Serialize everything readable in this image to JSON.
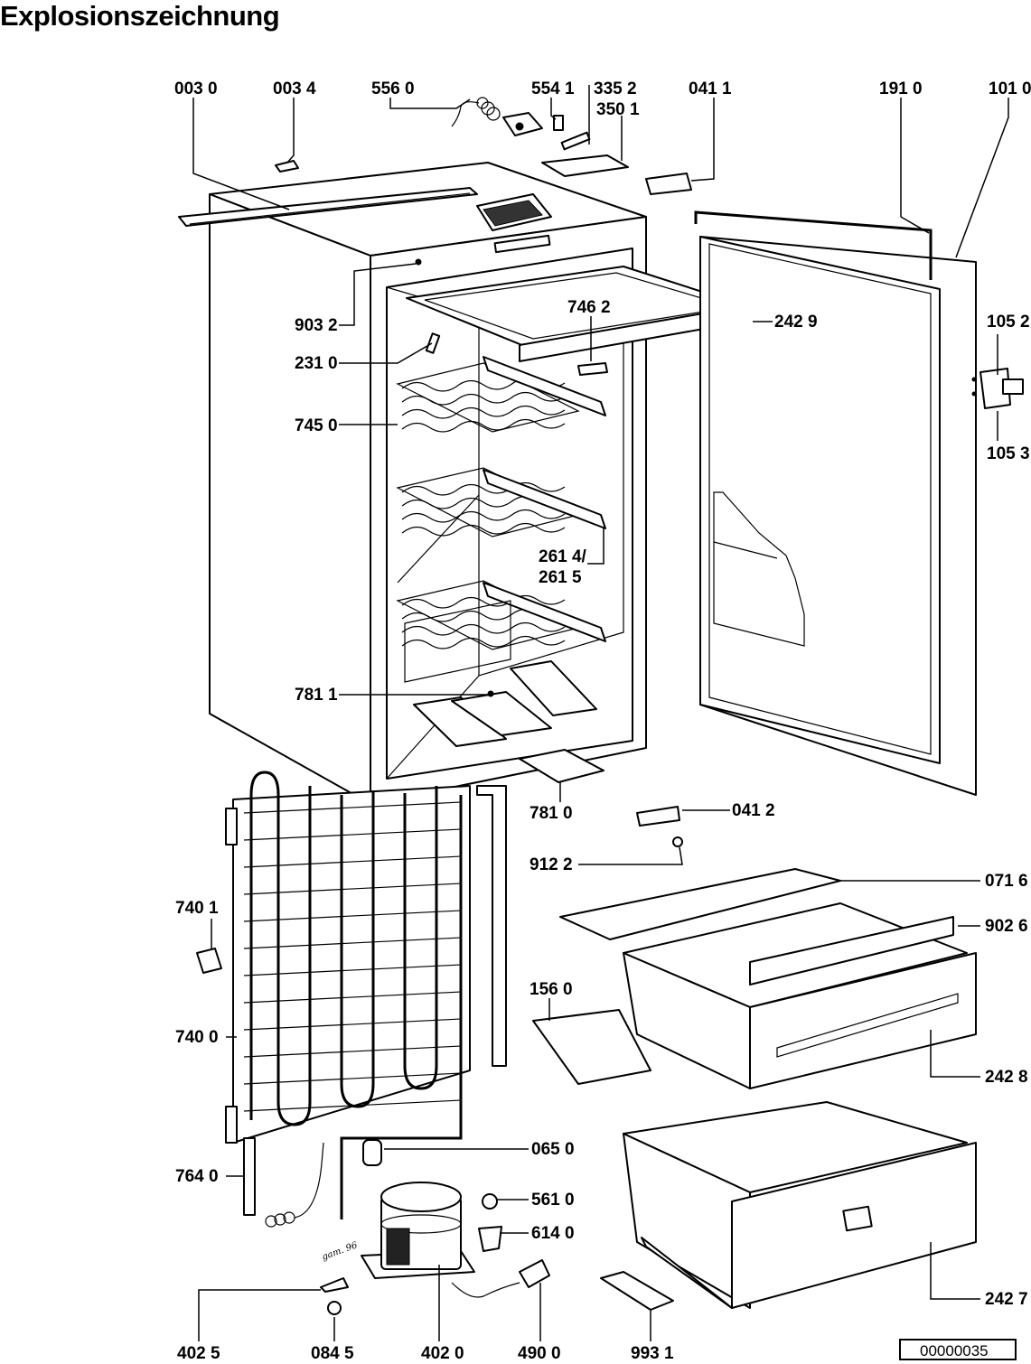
{
  "title": "Explosionszeichnung",
  "document_number": "00000035",
  "handwritten_note": "gam. 96",
  "labels": {
    "p0030": "003 0",
    "p0034": "003 4",
    "p5560": "556 0",
    "p5541": "554 1",
    "p3352": "335 2",
    "p3501": "350 1",
    "p0411": "041 1",
    "p1910": "191 0",
    "p1010": "101 0",
    "p9032": "903 2",
    "p2310": "231 0",
    "p7462": "746 2",
    "p2429": "242 9",
    "p1052": "105 2",
    "p1053": "105 3",
    "p7450": "745 0",
    "p2614": "261 4/",
    "p2615": "261 5",
    "p7811": "781 1",
    "p7810": "781 0",
    "p0412": "041 2",
    "p9122": "912 2",
    "p0716": "071 6",
    "p7401": "740 1",
    "p9026": "902 6",
    "p1560": "156 0",
    "p7400": "740 0",
    "p2428": "242 8",
    "p0650": "065 0",
    "p7640": "764 0",
    "p5610": "561 0",
    "p6140": "614 0",
    "p2427": "242 7",
    "p4025": "402 5",
    "p0845": "084 5",
    "p4020": "402 0",
    "p4900": "490 0",
    "p9931": "993 1"
  }
}
